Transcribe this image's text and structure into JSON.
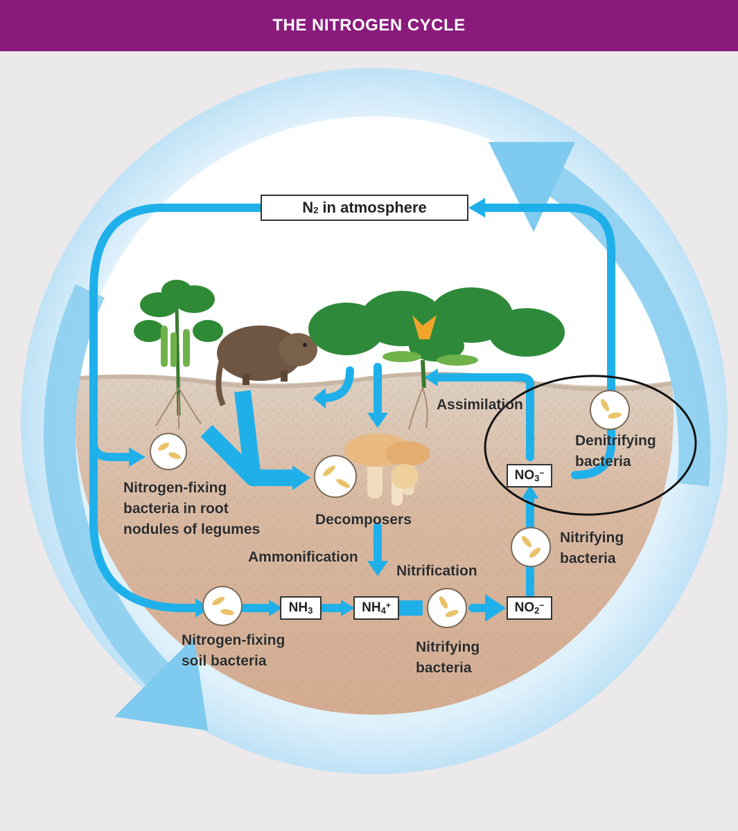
{
  "header": {
    "title": "THE NITROGEN CYCLE"
  },
  "atmosphere": {
    "label_prefix": "N",
    "label_sub": "2",
    "label_suffix": " in atmosphere"
  },
  "compounds": {
    "nh3": {
      "base": "NH",
      "sub": "3",
      "sup": ""
    },
    "nh4": {
      "base": "NH",
      "sub": "4",
      "sup": "+"
    },
    "no2": {
      "base": "NO",
      "sub": "2",
      "sup": "−"
    },
    "no3": {
      "base": "NO",
      "sub": "3",
      "sup": "−"
    }
  },
  "labels": {
    "root_bacteria": [
      "Nitrogen-fixing",
      "bacteria in root",
      "nodules of legumes"
    ],
    "decomposers": "Decomposers",
    "ammonification": "Ammonification",
    "nitrification": "Nitrification",
    "assimilation": "Assimilation",
    "denitrifying": [
      "Denitrifying",
      "bacteria"
    ],
    "nitrifying_right": [
      "Nitrifying",
      "bacteria"
    ],
    "nitrifying_bottom": [
      "Nitrifying",
      "bacteria"
    ],
    "soil_bacteria": [
      "Nitrogen-fixing",
      "soil bacteria"
    ]
  },
  "colors": {
    "header": "#8a1b7c",
    "arrow": "#1fb0ea",
    "outer_arrow": "#7fcaef",
    "soil": "#d6b59a",
    "leaf": "#2f8a35"
  }
}
